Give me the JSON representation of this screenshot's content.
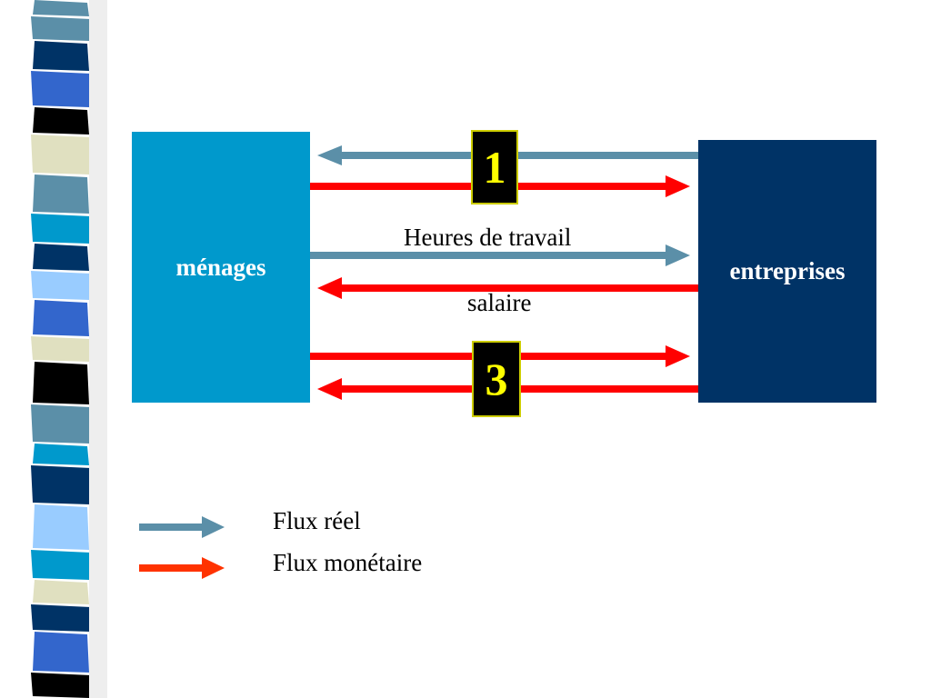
{
  "diagram": {
    "households_label": "ménages",
    "firms_label": "entreprises",
    "badge_1": "1",
    "badge_3": "3",
    "labor_flow_label": "Heures de travail",
    "wage_flow_label": "salaire"
  },
  "legend": {
    "real_flow_label": "Flux réel",
    "monetary_flow_label": "Flux monétaire"
  },
  "colors": {
    "households_box": "#0099cc",
    "firms_box": "#003366",
    "real_flow": "#5b8fa8",
    "monetary_flow": "#ff0000",
    "legend_monetary": "#ff3300",
    "badge_bg": "#000000",
    "badge_text": "#ffff00"
  }
}
